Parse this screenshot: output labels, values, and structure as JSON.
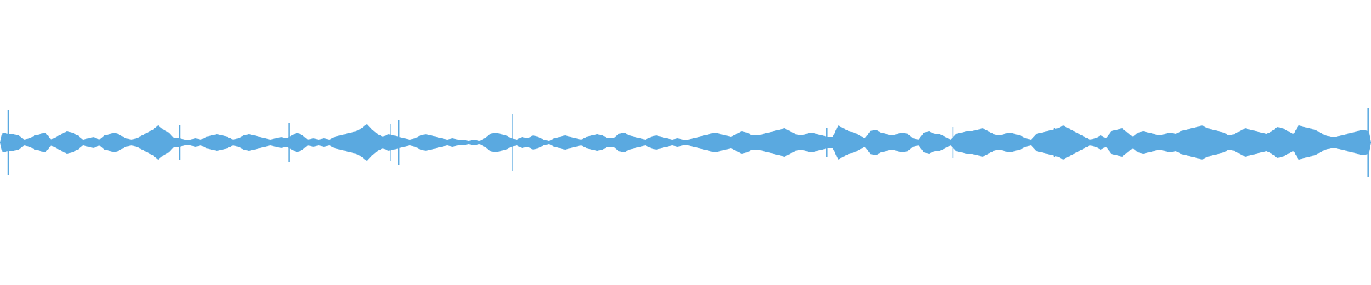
{
  "waveform": {
    "color": "#5aa9e0",
    "background": "#ffffff",
    "envelope": [
      0.07,
      0.06,
      0.06,
      0.05,
      0.02,
      0.03,
      0.05,
      0.06,
      0.07,
      0.02,
      0.04,
      0.06,
      0.08,
      0.07,
      0.05,
      0.02,
      0.03,
      0.04,
      0.02,
      0.05,
      0.06,
      0.07,
      0.05,
      0.03,
      0.02,
      0.03,
      0.05,
      0.07,
      0.09,
      0.12,
      0.09,
      0.07,
      0.03,
      0.03,
      0.02,
      0.02,
      0.03,
      0.02,
      0.04,
      0.05,
      0.06,
      0.05,
      0.04,
      0.02,
      0.03,
      0.05,
      0.06,
      0.05,
      0.04,
      0.03,
      0.02,
      0.03,
      0.04,
      0.03,
      0.05,
      0.07,
      0.05,
      0.02,
      0.03,
      0.02,
      0.03,
      0.02,
      0.04,
      0.05,
      0.06,
      0.07,
      0.08,
      0.1,
      0.13,
      0.09,
      0.06,
      0.04,
      0.06,
      0.05,
      0.04,
      0.03,
      0.02,
      0.03,
      0.05,
      0.06,
      0.05,
      0.04,
      0.03,
      0.02,
      0.03,
      0.02,
      0.02,
      0.01,
      0.02,
      0.01,
      0.03,
      0.06,
      0.07,
      0.06,
      0.05,
      0.03,
      0.02,
      0.04,
      0.03,
      0.05,
      0.04,
      0.02,
      0.01,
      0.03,
      0.04,
      0.05,
      0.04,
      0.03,
      0.02,
      0.04,
      0.05,
      0.06,
      0.05,
      0.03,
      0.03,
      0.06,
      0.07,
      0.05,
      0.04,
      0.03,
      0.02,
      0.04,
      0.05,
      0.04,
      0.03,
      0.02,
      0.03,
      0.02,
      0.02,
      0.03,
      0.04,
      0.05,
      0.06,
      0.07,
      0.06,
      0.05,
      0.04,
      0.06,
      0.08,
      0.07,
      0.05,
      0.05,
      0.06,
      0.07,
      0.08,
      0.09,
      0.1,
      0.08,
      0.06,
      0.05,
      0.06,
      0.07,
      0.06,
      0.05,
      0.04,
      0.04,
      0.12,
      0.1,
      0.08,
      0.07,
      0.05,
      0.03,
      0.08,
      0.09,
      0.07,
      0.06,
      0.05,
      0.06,
      0.07,
      0.06,
      0.03,
      0.02,
      0.07,
      0.08,
      0.06,
      0.06,
      0.04,
      0.02,
      0.06,
      0.07,
      0.08,
      0.08,
      0.09,
      0.1,
      0.08,
      0.06,
      0.05,
      0.06,
      0.07,
      0.06,
      0.05,
      0.03,
      0.02,
      0.06,
      0.07,
      0.08,
      0.09,
      0.1,
      0.12,
      0.1,
      0.08,
      0.06,
      0.04,
      0.02,
      0.03,
      0.05,
      0.03,
      0.08,
      0.09,
      0.1,
      0.07,
      0.04,
      0.07,
      0.08,
      0.07,
      0.06,
      0.05,
      0.06,
      0.07,
      0.06,
      0.08,
      0.09,
      0.1,
      0.11,
      0.12,
      0.1,
      0.09,
      0.08,
      0.07,
      0.05,
      0.06,
      0.08,
      0.1,
      0.09,
      0.08,
      0.07,
      0.06,
      0.08,
      0.11,
      0.1,
      0.08,
      0.06,
      0.12,
      0.11,
      0.1,
      0.09,
      0.07,
      0.05,
      0.04,
      0.04,
      0.05,
      0.06,
      0.07,
      0.08,
      0.09,
      0.08
    ],
    "spikes": [
      {
        "pos": 0.006,
        "amp": 0.23
      },
      {
        "pos": 0.131,
        "amp": 0.12
      },
      {
        "pos": 0.211,
        "amp": 0.14
      },
      {
        "pos": 0.285,
        "amp": 0.13
      },
      {
        "pos": 0.291,
        "amp": 0.16
      },
      {
        "pos": 0.374,
        "amp": 0.2
      },
      {
        "pos": 0.603,
        "amp": 0.1
      },
      {
        "pos": 0.695,
        "amp": 0.11
      },
      {
        "pos": 0.769,
        "amp": 0.1
      },
      {
        "pos": 0.998,
        "amp": 0.24
      }
    ]
  }
}
